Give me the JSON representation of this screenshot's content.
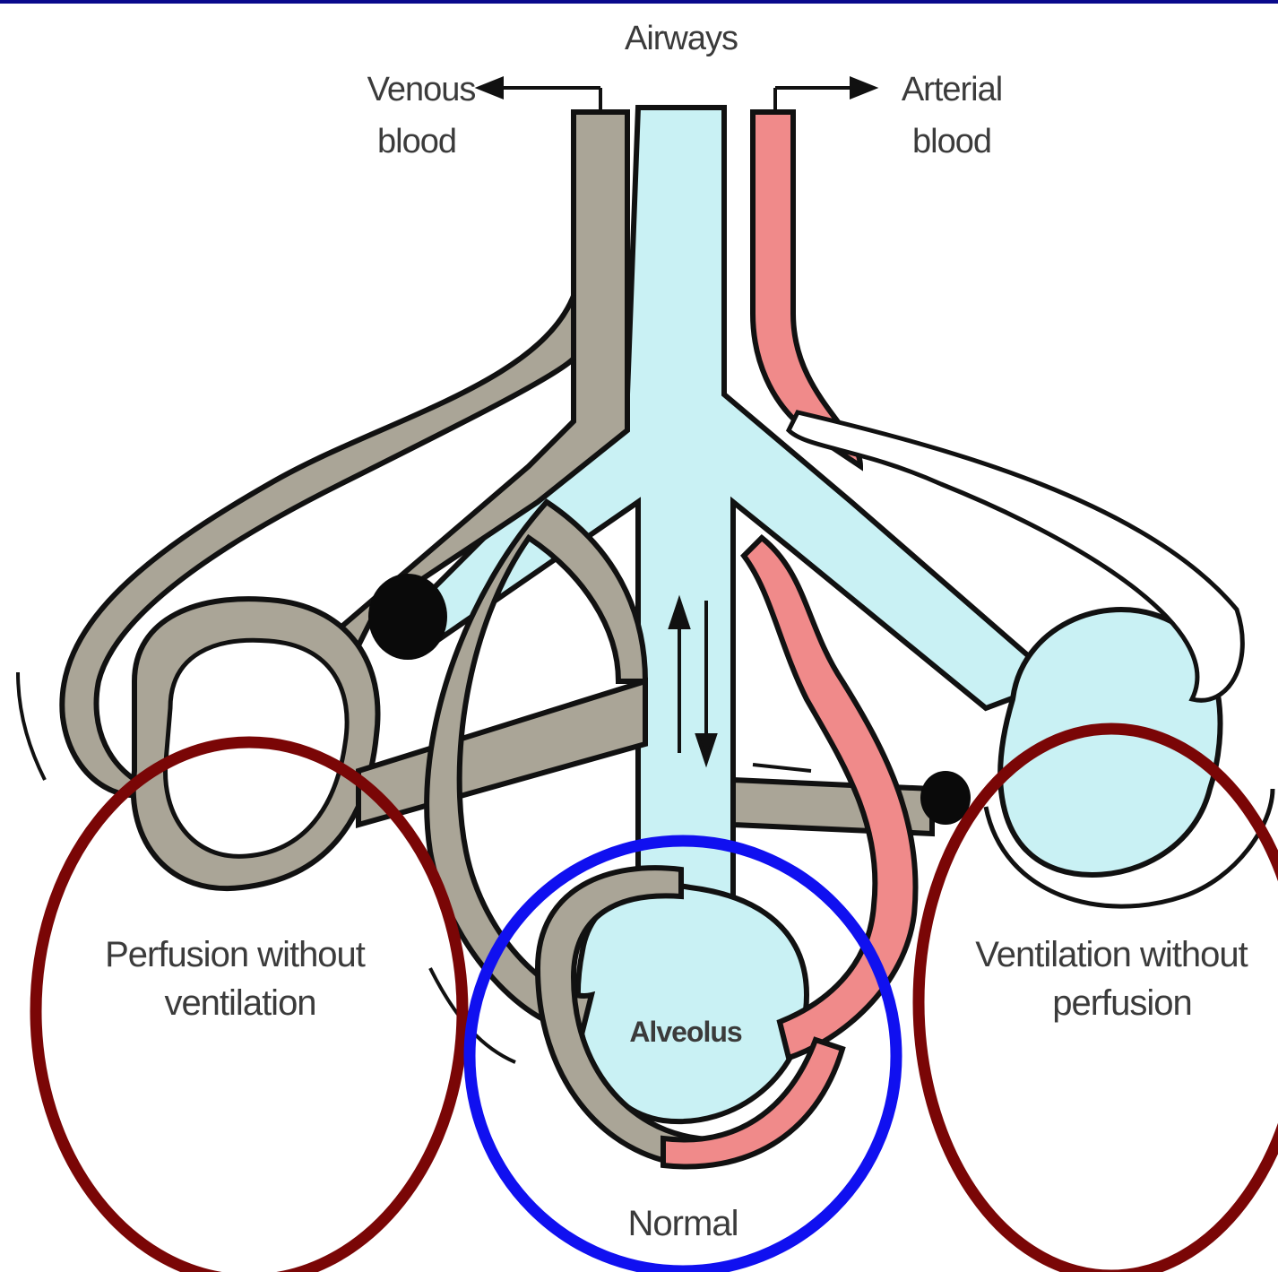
{
  "labels": {
    "airways": "Airways",
    "venous_line1": "Venous",
    "venous_line2": "blood",
    "arterial_line1": "Arterial",
    "arterial_line2": "blood",
    "perfusion_line1": "Perfusion without",
    "perfusion_line2": "ventilation",
    "ventilation_line1": "Ventilation without",
    "ventilation_line2": "perfusion",
    "alveolus": "Alveolus",
    "normal": "Normal"
  },
  "colors": {
    "frame": "#0a0a8c",
    "airway_fill": "#c9f1f4",
    "vessel_gray": "#aaa597",
    "arterial_red": "#f08a8a",
    "outline": "#111111",
    "highlight_abnormal": "#7a0606",
    "highlight_normal": "#1010f0"
  },
  "icons": {
    "obstruction_left": "black-dot-occlusion",
    "obstruction_right": "black-dot-occlusion",
    "flow_arrows": "up-down-arrows"
  }
}
